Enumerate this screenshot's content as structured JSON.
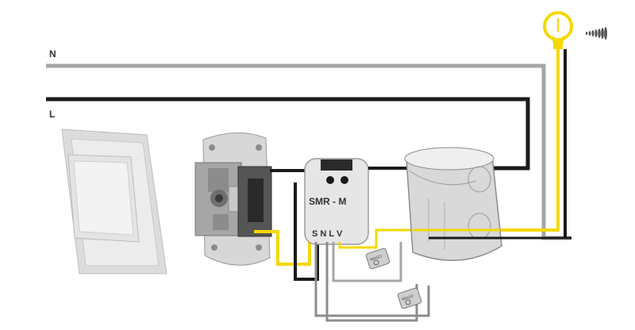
{
  "labels": {
    "neutral": "N",
    "live": "L",
    "module": "SMR - M",
    "terminals": "S N L V",
    "wago": "WAGO"
  },
  "colors": {
    "neutral_wire": "#a6a6a6",
    "live_wire": "#1a1a1a",
    "switched_wire": "#f5d800",
    "switch_wire": "#8c8c8c",
    "lamp": "#f5d800",
    "module_body": "#e6e6e6",
    "box_body": "#d9d9d9"
  },
  "icons": [
    "light-bulb-icon",
    "signal-waves-icon"
  ]
}
